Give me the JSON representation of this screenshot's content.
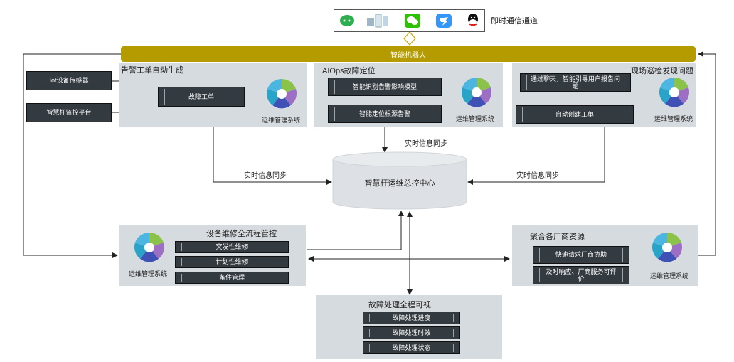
{
  "im": {
    "label": "即时通信通道"
  },
  "robot": {
    "label": "智能机器人"
  },
  "center": {
    "label": "智慧杆运维总控中心"
  },
  "sync": {
    "top": "实时信息同步",
    "left": "实时信息同步",
    "right": "实时信息同步"
  },
  "sys_label": "运维管理系统",
  "panel_alarm": {
    "title": "告警工单自动生成",
    "src1": "Iot设备传感器",
    "src2": "智慧杆监控平台",
    "ticket": "故障工单"
  },
  "panel_aiops": {
    "title": "AIOps故障定位",
    "step1": "智能识别告警影响模型",
    "step2": "智能定位根源告警"
  },
  "panel_patrol": {
    "title": "现场巡检发现问题",
    "step1": "通过聊天，智能引导用户报告问题",
    "step2": "自动创建工单"
  },
  "panel_maint": {
    "title": "设备维修全流程管控",
    "items": [
      "突发性维修",
      "计划性维修",
      "备件管理"
    ]
  },
  "panel_vendor": {
    "title": "聚合各厂商资源",
    "items": [
      "快速请求厂商协助",
      "及时响应、厂商服务可评价"
    ]
  },
  "panel_visible": {
    "title": "故障处理全程可视",
    "items": [
      "故障处理进度",
      "故障处理时效",
      "故障处理状态"
    ]
  },
  "colors": {
    "panel": "#d6dbe0",
    "robot": "#b39b00",
    "bar": "#333a40"
  },
  "icons": [
    "wechat-work-icon",
    "device-icon",
    "wechat-icon",
    "dingtalk-icon",
    "qq-icon"
  ]
}
